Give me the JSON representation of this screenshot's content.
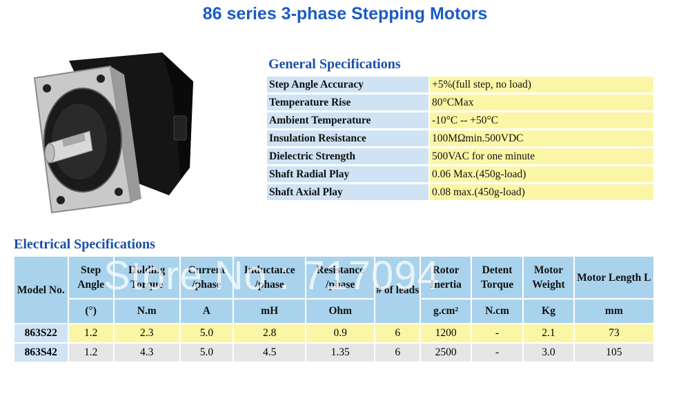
{
  "title": "86 series 3-phase Stepping Motors",
  "general": {
    "heading": "General Specifications",
    "rows": [
      {
        "label": "Step Angle Accuracy",
        "value": "+5%(full step, no load)"
      },
      {
        "label": "Temperature Rise",
        "value": "80°CMax"
      },
      {
        "label": "Ambient Temperature",
        "value": "-10°C -- +50°C"
      },
      {
        "label": "Insulation Resistance",
        "value": "100MΩmin.500VDC"
      },
      {
        "label": "Dielectric Strength",
        "value": "500VAC for one minute"
      },
      {
        "label": "Shaft Radial Play",
        "value": "0.06 Max.(450g-load)"
      },
      {
        "label": "Shaft Axial Play",
        "value": "0.08 max.(450g-load)"
      }
    ]
  },
  "electrical": {
    "heading": "Electrical Specifications",
    "model_header": "Model No.",
    "columns": [
      {
        "name": "Step Angle",
        "unit": "(°)"
      },
      {
        "name": "Holding Torque",
        "unit": "N.m"
      },
      {
        "name": "Current /phase",
        "unit": "A"
      },
      {
        "name": "Inductance /phase",
        "unit": "mH"
      },
      {
        "name": "Resistance /phase",
        "unit": "Ohm"
      },
      {
        "name": "# of leads",
        "unit": ""
      },
      {
        "name": "Rotor Inertia",
        "unit": "g.cm²"
      },
      {
        "name": "Detent Torque",
        "unit": "N.cm"
      },
      {
        "name": "Motor Weight",
        "unit": "Kg"
      },
      {
        "name": "Motor Length L",
        "unit": "mm"
      }
    ],
    "rows": [
      {
        "model": "863S22",
        "cells": [
          "1.2",
          "2.3",
          "5.0",
          "2.8",
          "0.9",
          "6",
          "1200",
          "-",
          "2.1",
          "73"
        ]
      },
      {
        "model": "863S42",
        "cells": [
          "1.2",
          "4.3",
          "5.0",
          "4.5",
          "1.35",
          "6",
          "2500",
          "-",
          "3.0",
          "105"
        ]
      }
    ]
  },
  "watermark": "Store No : 717094"
}
